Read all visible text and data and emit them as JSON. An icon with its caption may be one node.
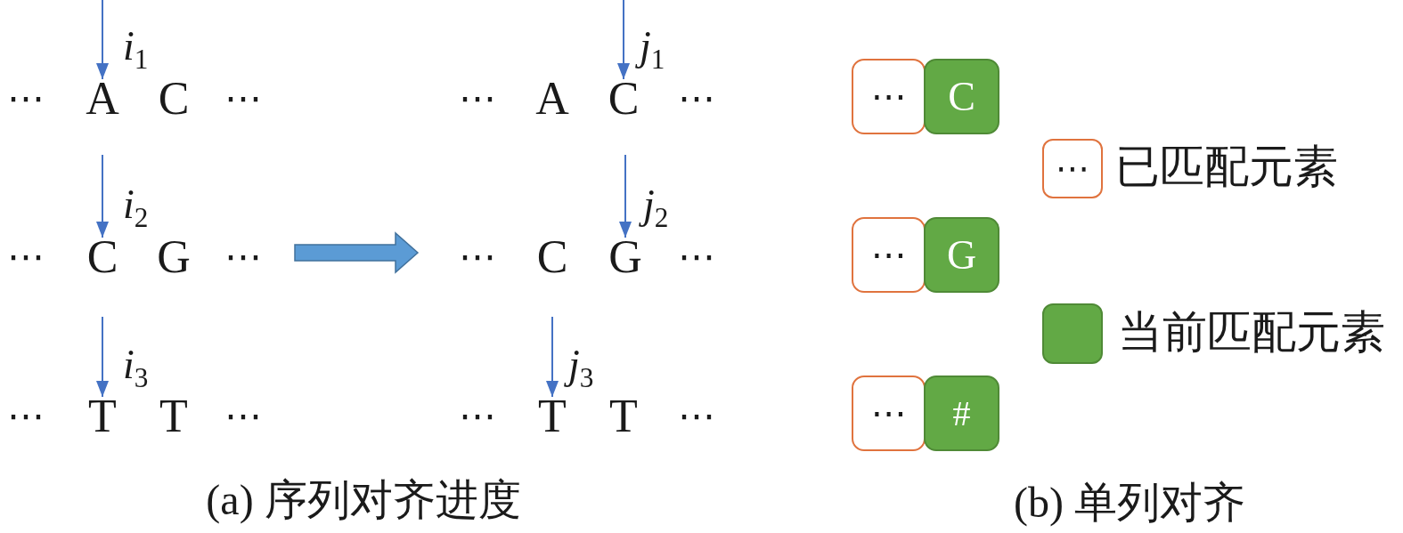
{
  "diagram": {
    "nodes": [
      {
        "text": [
          "A"
        ]
      },
      {
        "text": [
          "C"
        ]
      },
      {
        "text": [
          "C"
        ]
      },
      {
        "text": [
          "G"
        ]
      },
      {
        "text": [
          "T"
        ]
      },
      {
        "text": [
          "T"
        ]
      },
      {
        "text": [
          "⋯"
        ]
      },
      {
        "text": [
          "C"
        ]
      },
      {
        "text": [
          "⋯"
        ]
      },
      {
        "text": [
          "G"
        ]
      },
      {
        "text": [
          "⋯"
        ]
      },
      {
        "text": [
          "#"
        ]
      }
    ],
    "edges": [
      {
        "from": null,
        "to": 0,
        "arrow": "to",
        "label": "*i*$_{1}$"
      },
      {
        "from": null,
        "to": 1,
        "arrow": "to",
        "label": "*j*$_{1}$"
      },
      {
        "from": null,
        "to": 2,
        "arrow": "to",
        "label": "*i*$_{2}$"
      },
      {
        "from": null,
        "to": 3,
        "arrow": "to",
        "label": "*j*$_{2}$"
      },
      {
        "from": null,
        "to": 4,
        "arrow": "to",
        "label": "*i*$_{3}$"
      },
      {
        "from": null,
        "to": 5,
        "arrow": "to",
        "label": "*j*$_{3}$"
      }
    ],
    "labels": [
      "⋯",
      "C",
      "⋯",
      "⋯",
      "A",
      "⋯",
      "⋯",
      "G",
      "⋯",
      "⋯",
      "C",
      "⋯",
      "⋯",
      "T",
      "⋯",
      "⋯",
      "T",
      "⋯",
      "⋯",
      "(a) 序列对齐进度",
      "(b) 单列对齐"
    ],
    "legend": [
      {
        "text": "已匹配元素"
      },
      {
        "text": "当前匹配元素",
        "color": "#62a945"
      }
    ]
  }
}
